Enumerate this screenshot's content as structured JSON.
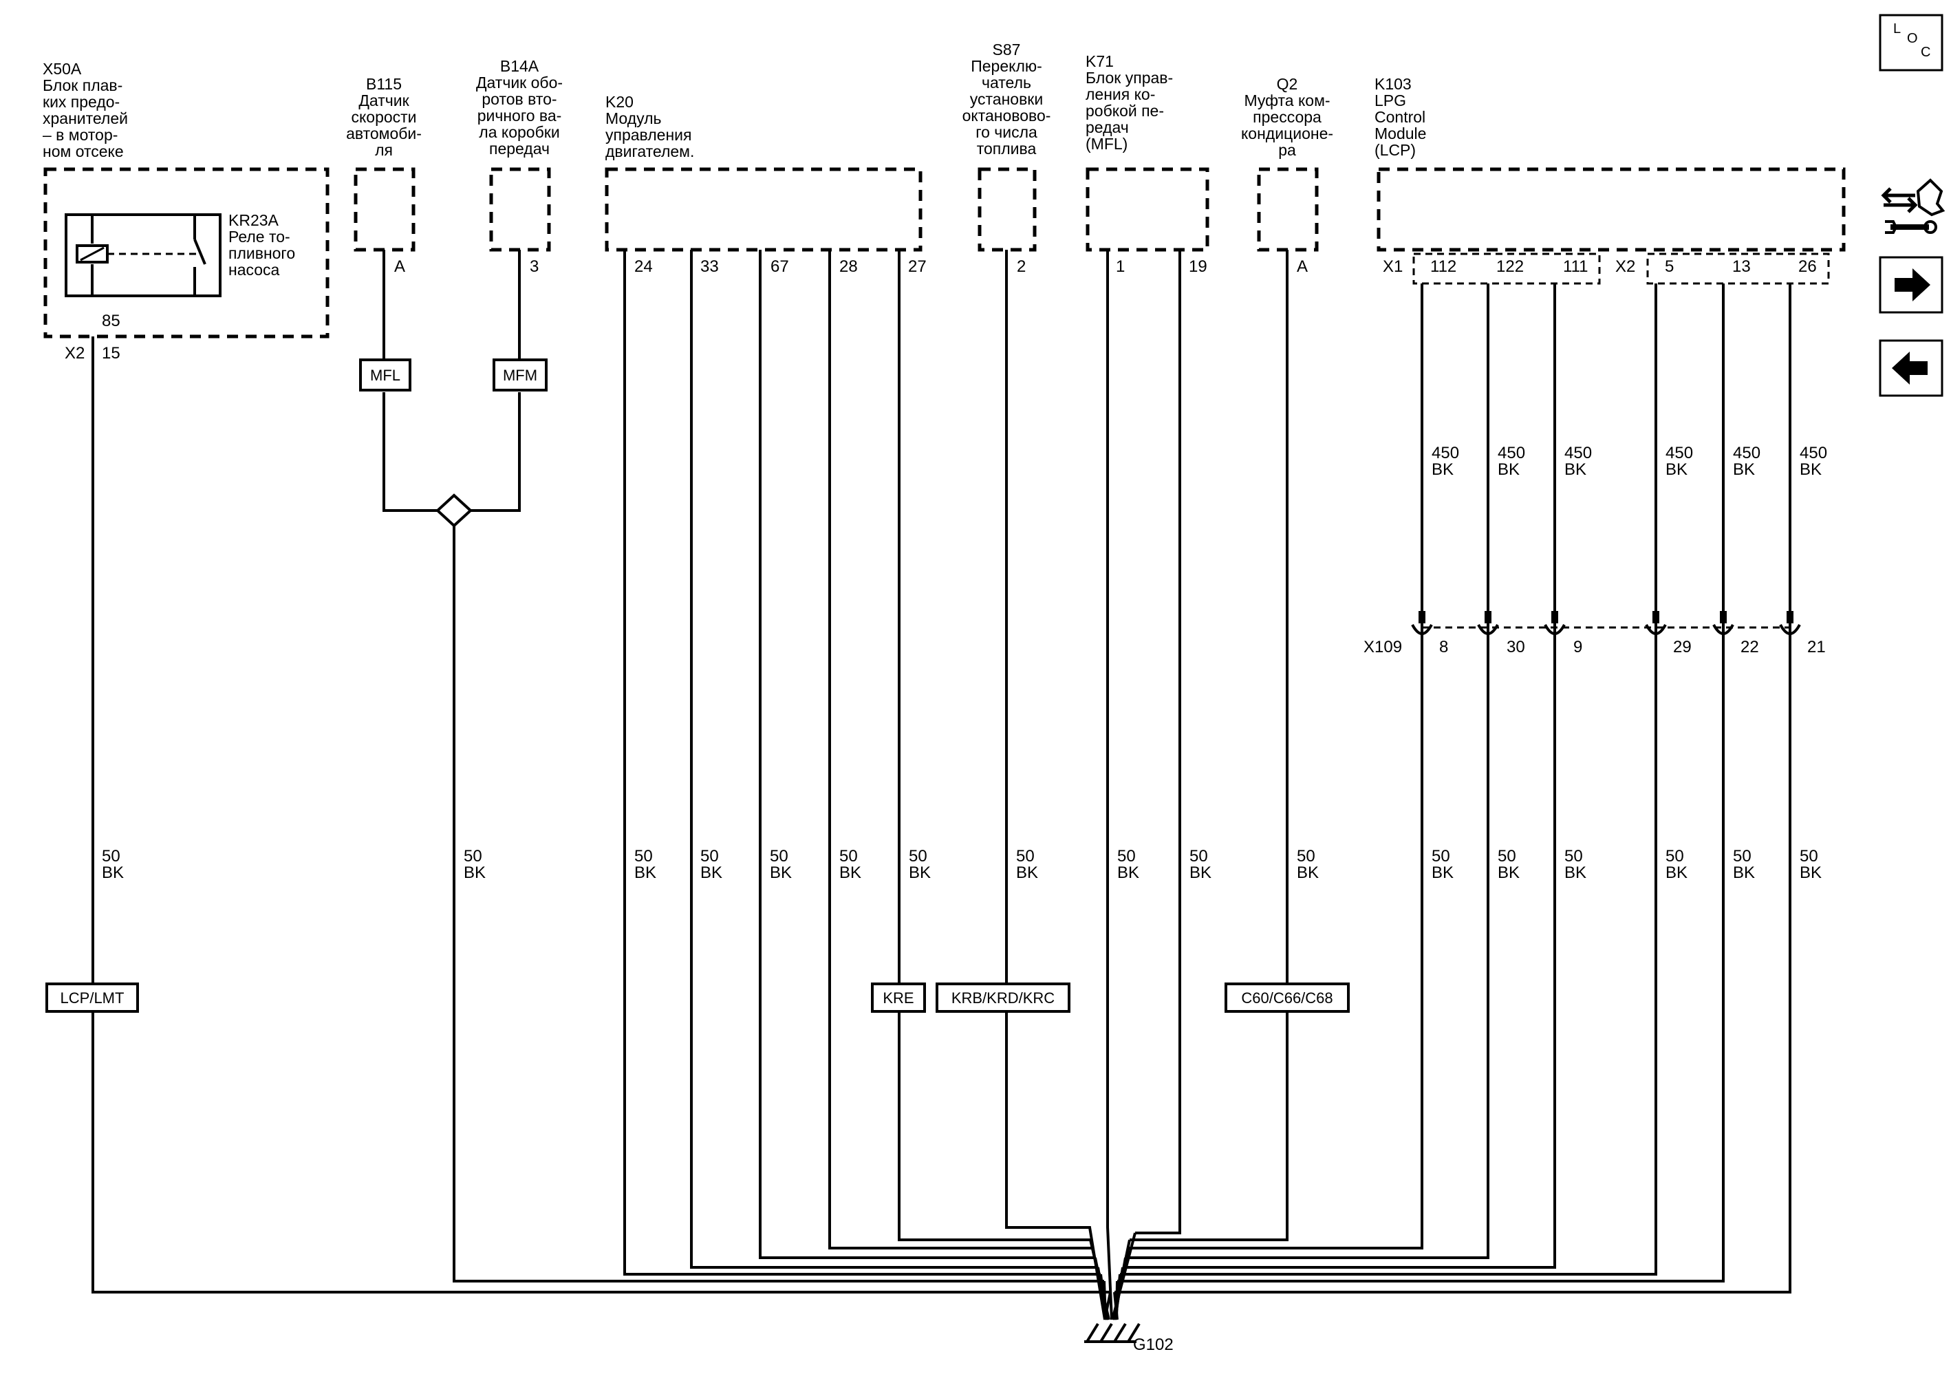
{
  "components": [
    {
      "id": "x50a",
      "name": "X50A",
      "desc": [
        "Блок плав-",
        "ких предо-",
        "хранителей",
        "– в мотор-",
        "ном отсеке"
      ]
    },
    {
      "id": "b115",
      "name": "B115",
      "desc": [
        "Датчик",
        "скорости",
        "автомоби-",
        "ля"
      ]
    },
    {
      "id": "b14a",
      "name": "B14A",
      "desc": [
        "Датчик обо-",
        "ротов вто-",
        "ричного ва-",
        "ла коробки",
        "передач"
      ]
    },
    {
      "id": "k20",
      "name": "K20",
      "desc": [
        "Модуль",
        "управления",
        "двигателем."
      ]
    },
    {
      "id": "s87",
      "name": "S87",
      "desc": [
        "Переклю-",
        "чатель",
        "установки",
        "октановово-",
        "го числа",
        "топлива"
      ]
    },
    {
      "id": "k71",
      "name": "K71",
      "desc": [
        "Блок управ-",
        "ления ко-",
        "робкой пе-",
        "редач",
        "(MFL)"
      ]
    },
    {
      "id": "q2",
      "name": "Q2",
      "desc": [
        "Муфта ком-",
        "прессора",
        "кондиционе-",
        "ра"
      ]
    },
    {
      "id": "k103",
      "name": "K103",
      "desc": [
        "LPG",
        "Control",
        "Module",
        "(LCP)"
      ]
    }
  ],
  "relay": {
    "name": "KR23A",
    "desc": [
      "Реле то-",
      "пливного",
      "насоса"
    ],
    "pin": "85"
  },
  "x50a_connector": {
    "name": "X2",
    "pin": "15"
  },
  "b115_pin": "A",
  "b14a_pin": "3",
  "k20_pins": [
    "24",
    "33",
    "67",
    "28",
    "27"
  ],
  "s87_pin": "2",
  "k71_pins": [
    "1",
    "19"
  ],
  "q2_pin": "A",
  "k103_connectors": [
    {
      "name": "X1",
      "pins": [
        "112",
        "122",
        "111"
      ]
    },
    {
      "name": "X2",
      "pins": [
        "5",
        "13",
        "26"
      ]
    }
  ],
  "x109": {
    "name": "X109",
    "pins": [
      "8",
      "30",
      "9",
      "29",
      "22",
      "21"
    ]
  },
  "wire_upper": {
    "gauge": "450",
    "color": "BK"
  },
  "wire_lower": {
    "gauge": "50",
    "color": "BK"
  },
  "option_tags": {
    "mfl": "MFL",
    "mfm": "MFM",
    "lcp_lmt": "LCP/LMT",
    "kre": "KRE",
    "krb_krd_krc": "KRB/KRD/KRC",
    "c60_c66_c68": "C60/C66/C68"
  },
  "ground": {
    "name": "G102"
  },
  "nav": {
    "loc_icon": "location-icon",
    "loc_letters": [
      "L",
      "O",
      "C"
    ],
    "connector_icon": "connector-tool-icon",
    "next_icon": "arrow-right-icon",
    "prev_icon": "arrow-left-icon"
  },
  "colors": {
    "line": "#000000",
    "background": "#ffffff"
  }
}
